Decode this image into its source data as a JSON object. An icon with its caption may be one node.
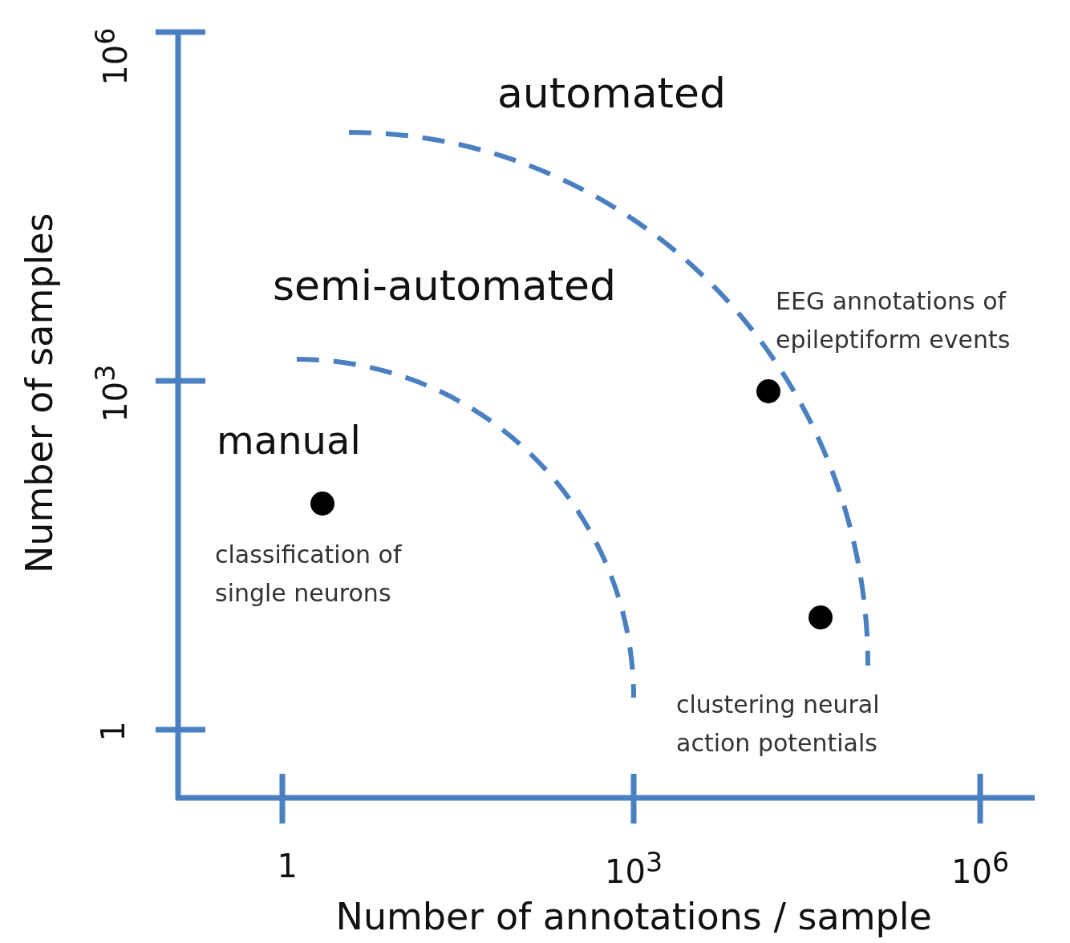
{
  "diagram": {
    "nodes": [
      {
        "text": [],
        "shape": "circle",
        "beside": [
          "EEG annotations of epileptiform events"
        ]
      },
      {
        "text": [],
        "shape": "circle",
        "beside": [
          "classification of single neurons"
        ]
      },
      {
        "text": [],
        "shape": "circle",
        "beside": [
          "clustering neural action potentials"
        ]
      }
    ],
    "labels": [
      "10$^{6}$",
      "automated",
      "semi-automated",
      "10$^{3}$",
      "manual",
      "Number of samples",
      "1",
      "1",
      "10$^{3}$",
      "10$^{6}$",
      "Number of annotations / sample"
    ]
  }
}
